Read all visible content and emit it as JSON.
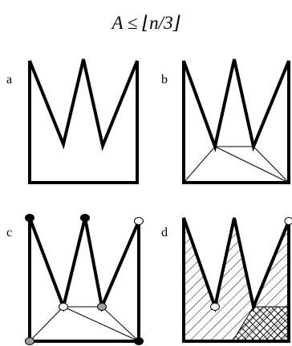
{
  "formula": "A ≤ ⌊n/3⌋",
  "panels": {
    "a": {
      "label": "a"
    },
    "b": {
      "label": "b"
    },
    "c": {
      "label": "c"
    },
    "d": {
      "label": "d"
    }
  },
  "colors": {
    "ink": "#000000",
    "vertex_black": "#000000",
    "vertex_white": "#ffffff",
    "vertex_gray": "#a0a0a0"
  },
  "icons": {
    "hatch_pattern": "diagonal-hatch",
    "crosshatch_pattern": "cross-hatch"
  }
}
